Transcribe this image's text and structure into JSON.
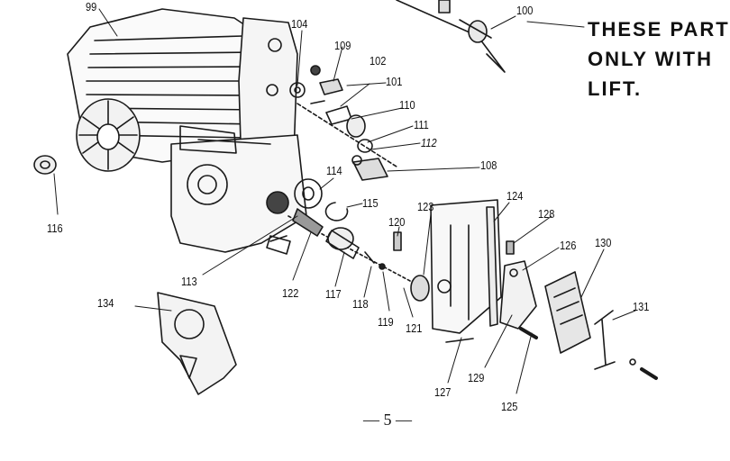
{
  "note": {
    "line1": "THESE PARTS",
    "line2": "ONLY WITH",
    "line3": "LIFT."
  },
  "page_number": "— 5 —",
  "callouts": [
    {
      "id": "99",
      "label": "99"
    },
    {
      "id": "100",
      "label": "100"
    },
    {
      "id": "101",
      "label": "101"
    },
    {
      "id": "102",
      "label": "102"
    },
    {
      "id": "104",
      "label": "104"
    },
    {
      "id": "108",
      "label": "108"
    },
    {
      "id": "109",
      "label": "109"
    },
    {
      "id": "110",
      "label": "110"
    },
    {
      "id": "111",
      "label": "111"
    },
    {
      "id": "112",
      "label": "112"
    },
    {
      "id": "113",
      "label": "113"
    },
    {
      "id": "114",
      "label": "114"
    },
    {
      "id": "115",
      "label": "115"
    },
    {
      "id": "116",
      "label": "116"
    },
    {
      "id": "117",
      "label": "117"
    },
    {
      "id": "118",
      "label": "118"
    },
    {
      "id": "119",
      "label": "119"
    },
    {
      "id": "120",
      "label": "120"
    },
    {
      "id": "121",
      "label": "121"
    },
    {
      "id": "122",
      "label": "122"
    },
    {
      "id": "123",
      "label": "123"
    },
    {
      "id": "124",
      "label": "124"
    },
    {
      "id": "125",
      "label": "125"
    },
    {
      "id": "126",
      "label": "126"
    },
    {
      "id": "127",
      "label": "127"
    },
    {
      "id": "128",
      "label": "128"
    },
    {
      "id": "129",
      "label": "129"
    },
    {
      "id": "130",
      "label": "130"
    },
    {
      "id": "131",
      "label": "131"
    },
    {
      "id": "134",
      "label": "134"
    }
  ]
}
